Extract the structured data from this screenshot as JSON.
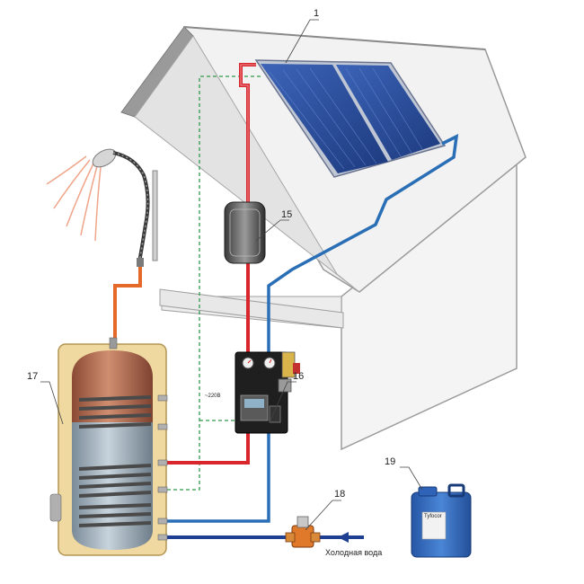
{
  "labels": {
    "collector": "1",
    "expansion_vessel": "15",
    "pump_station": "16",
    "storage_tank": "17",
    "mixing_valve": "18",
    "antifreeze_canister": "19"
  },
  "cold_water_label": "Холодная вода",
  "voltage_label": "~220В",
  "canister_badge": "Tyfocor",
  "colors": {
    "hot_pipe": "#d9262c",
    "cold_pipe": "#2a6fb6",
    "supply_pipe": "#1f3f93",
    "shower_pipe": "#e56a2a",
    "control_wire": "#2e9a4a",
    "collector_panel": "#2a4fa0",
    "tank_top": "#b56a4a",
    "tank_bottom": "#8fa5b5",
    "canister": "#2f63b8"
  }
}
